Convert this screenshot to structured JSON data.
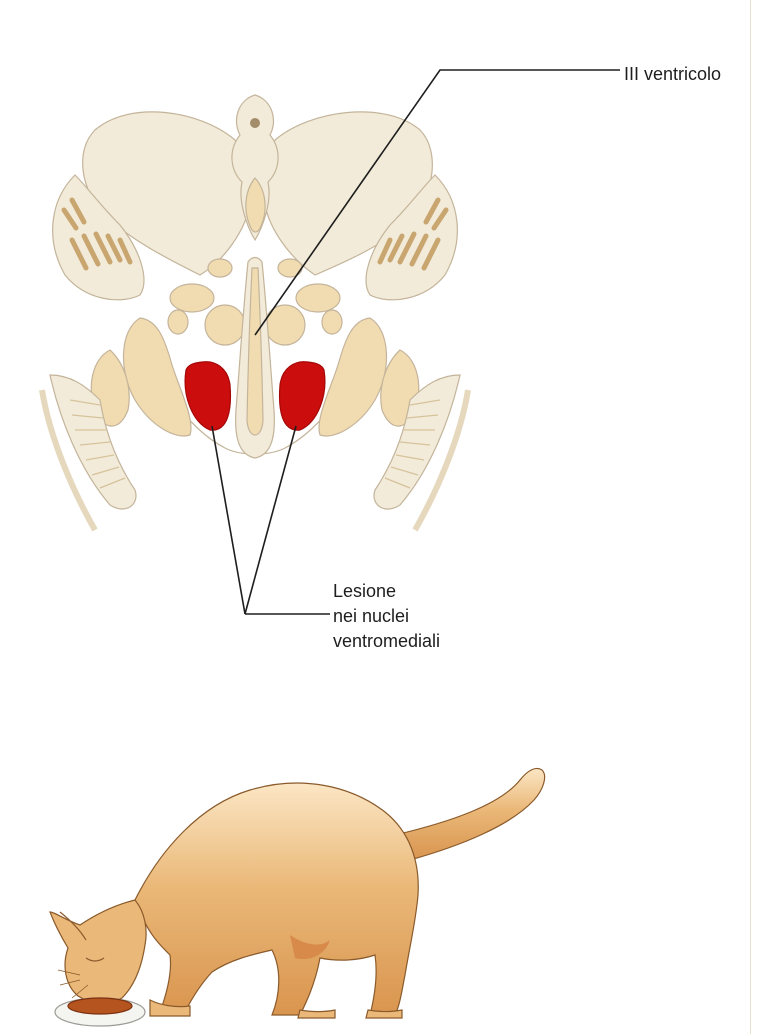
{
  "labels": {
    "ventricle": "III ventricolo",
    "lesion": [
      "Lesione",
      "nei nuclei",
      "ventromediali"
    ]
  },
  "colors": {
    "tissue_light": "#f2ebd9",
    "tissue_tan": "#f1dcb2",
    "tissue_outline": "#c4b49a",
    "lesion_red": "#cc0d0d",
    "cat_fur": "#e9b170",
    "leader_line": "#1e1e1e"
  },
  "icons": {
    "brain_section": "hypothalamus-coronal-section-illustration",
    "cat": "cat-eating-illustration"
  }
}
